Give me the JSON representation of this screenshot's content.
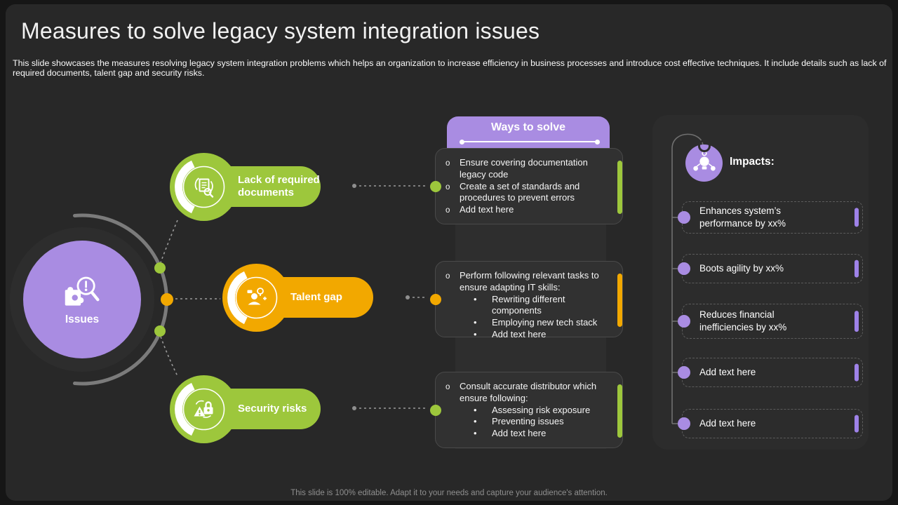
{
  "header": {
    "title": "Measures to solve legacy system integration issues",
    "subtitle": "This slide showcases the measures resolving legacy system integration problems which helps an organization to increase efficiency in business processes and introduce cost effective techniques. It include details such as lack of required documents, talent gap and security risks."
  },
  "hub": {
    "label": "Issues",
    "icon": "puzzle-alert-magnifier-icon"
  },
  "ways_to_solve": {
    "label": "Ways to solve"
  },
  "rows": [
    {
      "issue": "Lack of required documents",
      "color": "#9dc73c",
      "icon": "document-review-icon",
      "points": [
        {
          "level": 1,
          "text": "Ensure covering documentation legacy code"
        },
        {
          "level": 1,
          "text": "Create a set of standards and procedures to prevent errors"
        },
        {
          "level": 1,
          "text": "Add text here"
        }
      ]
    },
    {
      "issue": "Talent gap",
      "color": "#f2a800",
      "icon": "talent-idea-icon",
      "points": [
        {
          "level": 1,
          "text": "Perform following relevant tasks to ensure adapting IT skills:"
        },
        {
          "level": 2,
          "text": "Rewriting different components"
        },
        {
          "level": 2,
          "text": "Employing new tech stack"
        },
        {
          "level": 2,
          "text": "Add text here"
        }
      ]
    },
    {
      "issue": "Security risks",
      "color": "#9dc73c",
      "icon": "security-lock-warning-icon",
      "points": [
        {
          "level": 1,
          "text": "Consult accurate distributor which ensure following:"
        },
        {
          "level": 2,
          "text": "Assessing risk exposure"
        },
        {
          "level": 2,
          "text": "Preventing issues"
        },
        {
          "level": 2,
          "text": "Add text here"
        }
      ]
    }
  ],
  "impacts": {
    "label": "Impacts:",
    "icon": "idea-network-icon",
    "items": [
      "Enhances system’s performance by xx%",
      "Boots agility by xx%",
      "Reduces financial inefficiencies by xx%",
      "Add text here",
      "Add text here"
    ]
  },
  "footer": {
    "note": "This slide is 100% editable. Adapt it to your needs and capture your audience's attention."
  },
  "colors": {
    "purple": "#a98ce2",
    "green": "#9dc73c",
    "orange": "#f2a800",
    "slide_bg": "#282828"
  }
}
